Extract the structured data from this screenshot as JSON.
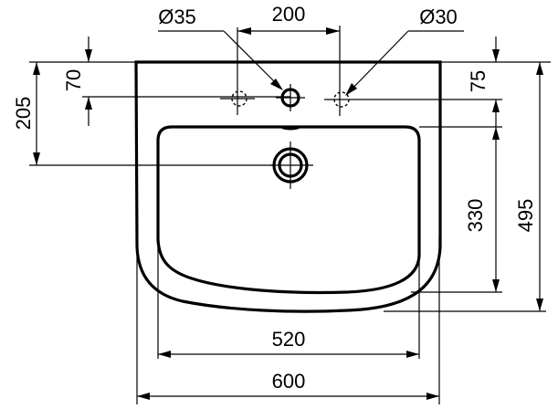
{
  "drawing": {
    "subject": "Washbasin technical dimension drawing (top view)",
    "units": "mm",
    "colors": {
      "line": "#000000",
      "background": "#ffffff"
    }
  },
  "dimensions": {
    "tap_hole_diameter": "Ø35",
    "side_hole_diameter": "Ø30",
    "side_hole_spacing": "200",
    "tap_hole_from_back": "70",
    "drain_from_back": "205",
    "side_hole_from_back": "75",
    "basin_depth_inner": "330",
    "overall_depth": "495",
    "inner_width": "520",
    "overall_width": "600"
  }
}
